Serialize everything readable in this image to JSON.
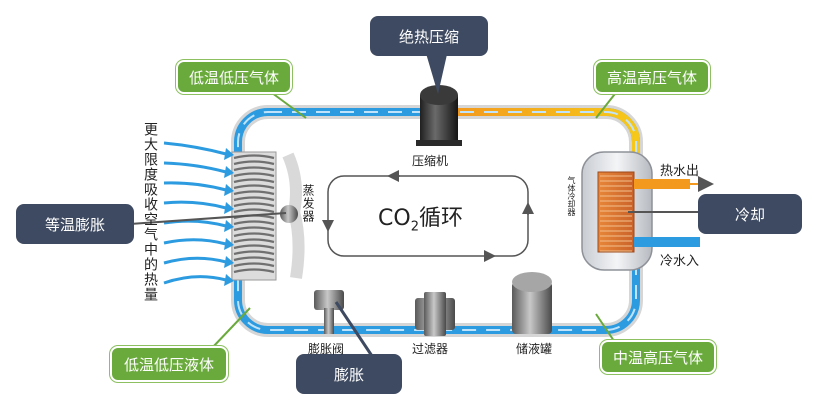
{
  "callouts": {
    "adiabatic_compression": "绝热压缩",
    "low_temp_low_pressure_gas": "低温低压气体",
    "high_temp_high_pressure_gas": "高温高压气体",
    "isothermal_expansion": "等温膨胀",
    "cooling": "冷却",
    "low_temp_low_pressure_liquid": "低温低压液体",
    "expansion": "膨胀",
    "medium_temp_high_pressure_gas": "中温高压气体"
  },
  "components": {
    "compressor": "压缩机",
    "evaporator": "蒸发器",
    "expansion_valve": "膨胀阀",
    "filter": "过滤器",
    "receiver": "储液罐",
    "gas_cooler": "气体冷却器",
    "hot_water_out": "热水出",
    "cold_water_in": "冷水入"
  },
  "left_text": "更大限度吸收空气中的热量",
  "cycle": {
    "prefix": "CO",
    "subscript": "2",
    "suffix": "循环"
  },
  "colors": {
    "callout_green": "#6aaa3c",
    "callout_navy": "#3e4a61",
    "pipe_blue": "#2d9be0",
    "pipe_hot": "#f6c21b",
    "pipe_hot_orange": "#f39a1e"
  }
}
